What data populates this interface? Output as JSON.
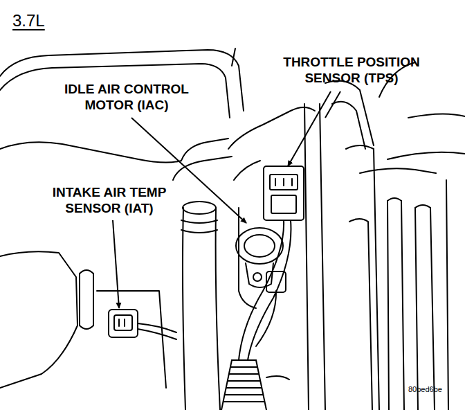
{
  "diagram": {
    "title": "3.7L",
    "labels": [
      "THROTTLE POSITION SENSOR (TPS)",
      "IDLE AIR CONTROL MOTOR (IAC)",
      "INTAKE AIR TEMP SENSOR (IAT)",
      "80bed6be"
    ]
  }
}
